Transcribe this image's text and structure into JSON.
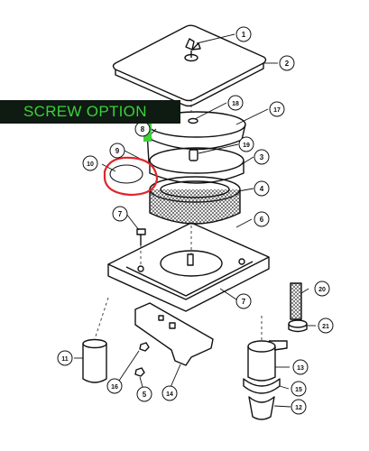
{
  "banner": {
    "text": "SCREW OPTION",
    "text_color": "#39d23a",
    "background": "#0f1a12"
  },
  "highlight": {
    "color": "#e0262a",
    "target_callout": "10"
  },
  "accent_bar_color": "#3ecf3a",
  "callouts": [
    "1",
    "2",
    "3",
    "4",
    "5",
    "6",
    "7",
    "7",
    "8",
    "9",
    "10",
    "11",
    "12",
    "13",
    "14",
    "15",
    "16",
    "17",
    "18",
    "19",
    "20",
    "21"
  ]
}
